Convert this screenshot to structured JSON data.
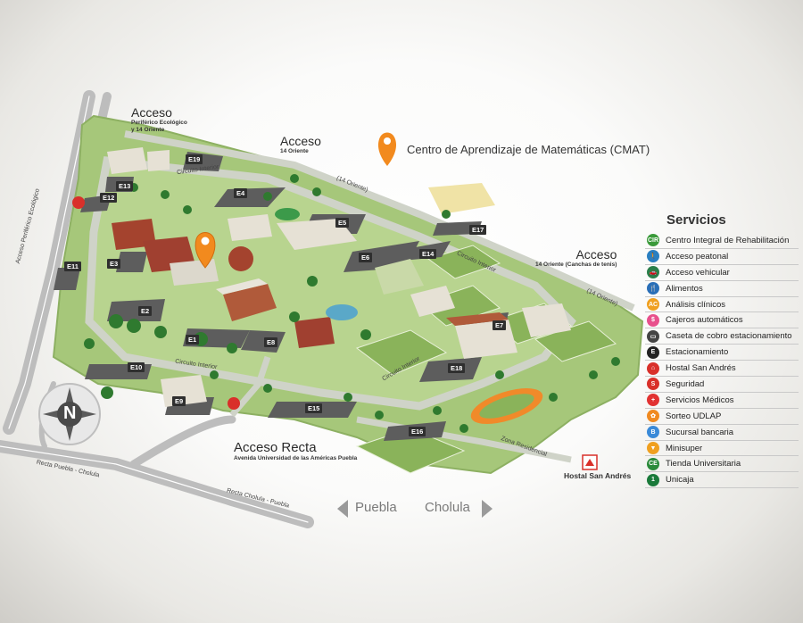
{
  "highlight": {
    "label": "Centro de Aprendizaje de Matemáticas (CMAT)",
    "color": "#f28a1e"
  },
  "access": {
    "north": {
      "title": "Acceso",
      "sub1": "Periférico Ecológico",
      "sub2": "y 14 Oriente"
    },
    "top": {
      "title": "Acceso",
      "sub": "14 Oriente"
    },
    "east": {
      "title": "Acceso",
      "sub": "14 Oriente (Canchas de tenis)"
    },
    "recta": {
      "title": "Acceso Recta",
      "sub": "Avenida Universidad de las Américas Puebla"
    }
  },
  "roads": {
    "periferico": "Acceso Periférico Ecológico",
    "oriente_a": "(14 Oriente)",
    "oriente_b": "(14 Oriente)",
    "circuito_a": "Circuito Interior",
    "circuito_b": "Circuito Interior",
    "circuito_c": "Circuito Interior",
    "circuito_d": "Circuito Interior",
    "zona": "Zona Residencial",
    "recta_puebla": "Recta Puebla - Cholula",
    "recta_cholula": "Recta Cholula - Puebla"
  },
  "parking": [
    "E1",
    "E2",
    "E3",
    "E4",
    "E5",
    "E6",
    "E7",
    "E8",
    "E9",
    "E10",
    "E11",
    "E12",
    "E13",
    "E14",
    "E15",
    "E16",
    "E17",
    "E18",
    "E19"
  ],
  "places": {
    "hostal": "Hostal San Andrés"
  },
  "directions": {
    "left": "Puebla",
    "right": "Cholula"
  },
  "compass": "N",
  "legend": {
    "title": "Servicios",
    "items": [
      {
        "label": "Centro Integral de Rehabilitación",
        "icon": "CIR",
        "color": "#3a9a3a",
        "icon_name": "rehab-icon"
      },
      {
        "label": "Acceso peatonal",
        "icon": "🚶",
        "color": "#2a7fc1",
        "icon_name": "pedestrian-icon"
      },
      {
        "label": "Acceso vehicular",
        "icon": "🚗",
        "color": "#2a7f4a",
        "icon_name": "car-icon"
      },
      {
        "label": "Alimentos",
        "icon": "🍴",
        "color": "#2a6fb8",
        "icon_name": "food-icon"
      },
      {
        "label": "Análisis clínicos",
        "icon": "AC",
        "color": "#f0a020",
        "icon_name": "clinical-icon"
      },
      {
        "label": "Cajeros automáticos",
        "icon": "$",
        "color": "#e8508c",
        "icon_name": "atm-icon"
      },
      {
        "label": "Caseta de cobro estacionamiento",
        "icon": "▭",
        "color": "#444444",
        "icon_name": "toll-icon"
      },
      {
        "label": "Estacionamiento",
        "icon": "E",
        "color": "#222222",
        "icon_name": "parking-icon"
      },
      {
        "label": "Hostal San Andrés",
        "icon": "⌂",
        "color": "#d9302a",
        "icon_name": "hostel-icon"
      },
      {
        "label": "Seguridad",
        "icon": "S",
        "color": "#d9302a",
        "icon_name": "security-icon"
      },
      {
        "label": "Servicios Médicos",
        "icon": "+",
        "color": "#e23232",
        "icon_name": "medical-icon"
      },
      {
        "label": "Sorteo UDLAP",
        "icon": "✿",
        "color": "#f08a20",
        "icon_name": "raffle-icon"
      },
      {
        "label": "Sucursal bancaria",
        "icon": "B",
        "color": "#3a8ad8",
        "icon_name": "bank-icon"
      },
      {
        "label": "Minisuper",
        "icon": "▼",
        "color": "#f0a020",
        "icon_name": "minisuper-icon"
      },
      {
        "label": "Tienda Universitaria",
        "icon": "CE",
        "color": "#2a8a3a",
        "icon_name": "store-icon"
      },
      {
        "label": "Unicaja",
        "icon": "1",
        "color": "#1a7a3a",
        "icon_name": "unicaja-icon"
      }
    ]
  }
}
